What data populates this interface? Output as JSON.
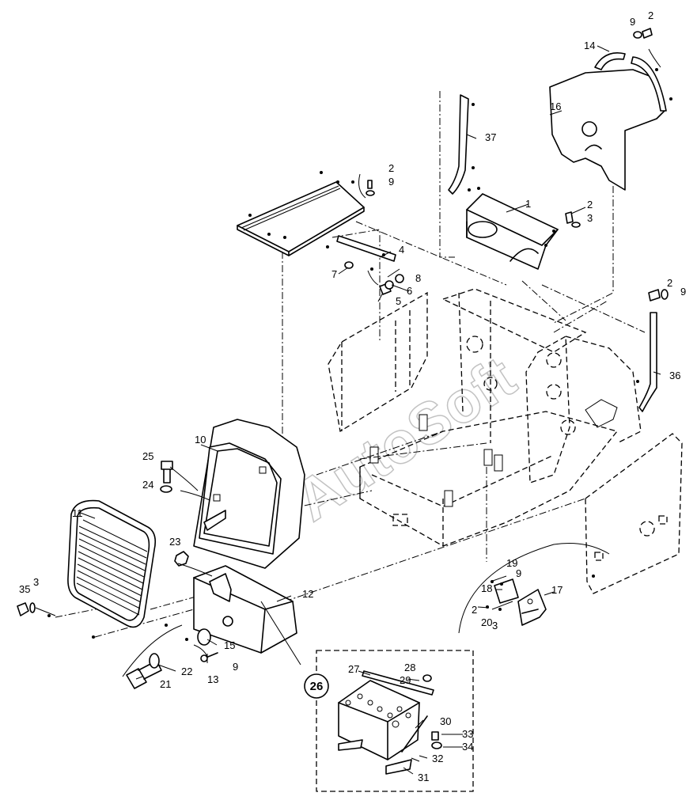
{
  "watermark": "AutoSoft",
  "parts": [
    {
      "key": "p1",
      "label": "1"
    },
    {
      "key": "p2a",
      "label": "2"
    },
    {
      "key": "p2b",
      "label": "2"
    },
    {
      "key": "p2c",
      "label": "2"
    },
    {
      "key": "p2d",
      "label": "2"
    },
    {
      "key": "p2e",
      "label": "2"
    },
    {
      "key": "p3a",
      "label": "3"
    },
    {
      "key": "p3b",
      "label": "3"
    },
    {
      "key": "p3c",
      "label": "3"
    },
    {
      "key": "p4",
      "label": "4"
    },
    {
      "key": "p5",
      "label": "5"
    },
    {
      "key": "p6",
      "label": "6"
    },
    {
      "key": "p7",
      "label": "7"
    },
    {
      "key": "p8",
      "label": "8"
    },
    {
      "key": "p9a",
      "label": "9"
    },
    {
      "key": "p9b",
      "label": "9"
    },
    {
      "key": "p9c",
      "label": "9"
    },
    {
      "key": "p9d",
      "label": "9"
    },
    {
      "key": "p9e",
      "label": "9"
    },
    {
      "key": "p10",
      "label": "10"
    },
    {
      "key": "p11",
      "label": "11"
    },
    {
      "key": "p12",
      "label": "12"
    },
    {
      "key": "p13",
      "label": "13"
    },
    {
      "key": "p14",
      "label": "14"
    },
    {
      "key": "p15",
      "label": "15"
    },
    {
      "key": "p16",
      "label": "16"
    },
    {
      "key": "p17",
      "label": "17"
    },
    {
      "key": "p18",
      "label": "18"
    },
    {
      "key": "p19",
      "label": "19"
    },
    {
      "key": "p20",
      "label": "20"
    },
    {
      "key": "p21",
      "label": "21"
    },
    {
      "key": "p22",
      "label": "22"
    },
    {
      "key": "p23",
      "label": "23"
    },
    {
      "key": "p24",
      "label": "24"
    },
    {
      "key": "p25",
      "label": "25"
    },
    {
      "key": "p27",
      "label": "27"
    },
    {
      "key": "p28",
      "label": "28"
    },
    {
      "key": "p29",
      "label": "29"
    },
    {
      "key": "p30",
      "label": "30"
    },
    {
      "key": "p31",
      "label": "31"
    },
    {
      "key": "p32",
      "label": "32"
    },
    {
      "key": "p33",
      "label": "33"
    },
    {
      "key": "p34",
      "label": "34"
    },
    {
      "key": "p35",
      "label": "35"
    },
    {
      "key": "p36",
      "label": "36"
    },
    {
      "key": "p37",
      "label": "37"
    }
  ],
  "callout": {
    "label": "26"
  }
}
